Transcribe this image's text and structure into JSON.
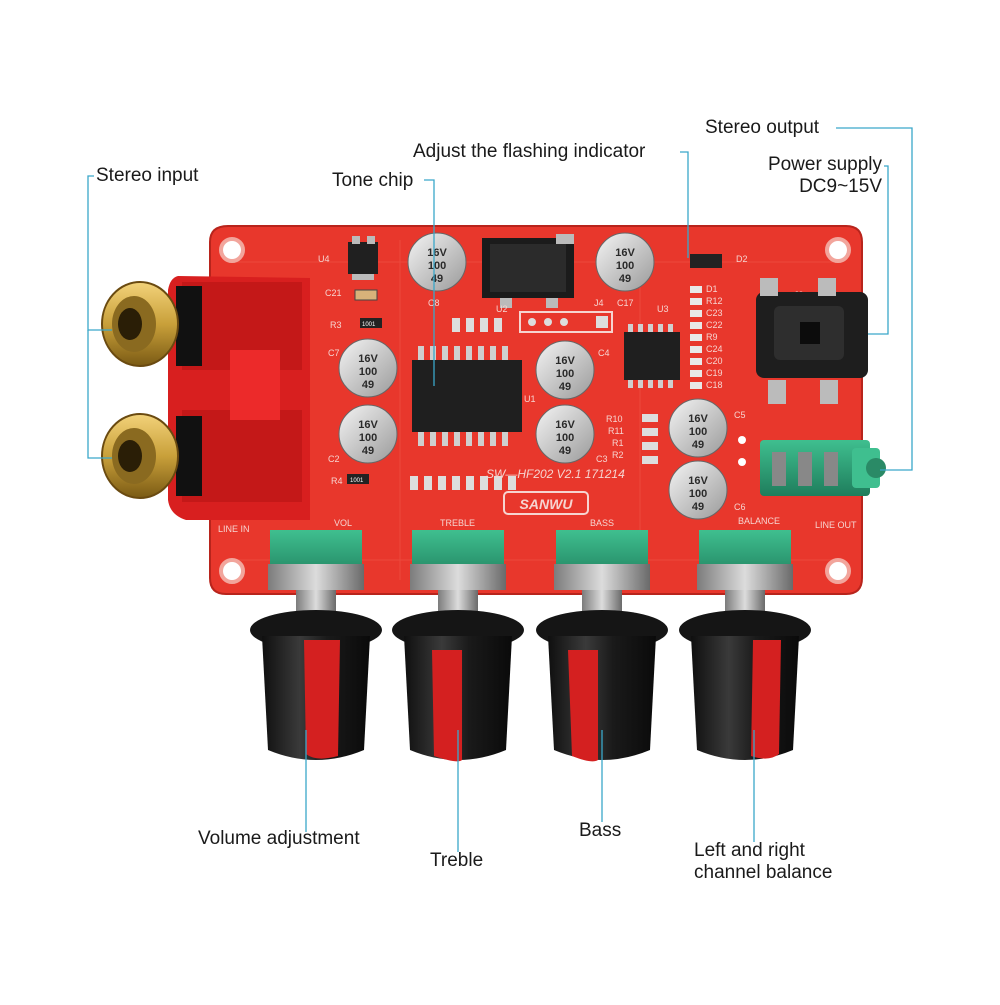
{
  "labels": {
    "stereo_input": "Stereo input",
    "tone_chip": "Tone chip",
    "adjust_indicator": "Adjust the flashing indicator",
    "stereo_output": "Stereo output",
    "power_supply_line1": "Power supply",
    "power_supply_line2": "DC9~15V",
    "volume_adjustment": "Volume adjustment",
    "treble": "Treble",
    "bass": "Bass",
    "balance_line1": "Left and right",
    "balance_line2": "channel balance"
  },
  "board": {
    "model": "SW—HF202  V2.1  171214",
    "brand": "SANWU",
    "pot_labels": [
      "VOL",
      "TREBLE",
      "BASS",
      "BALANCE"
    ],
    "line_in": "LINE IN",
    "line_out": "LINE OUT",
    "capacitor_text": [
      "16V",
      "100",
      "49"
    ],
    "component_refs": [
      "U4",
      "C21",
      "R3",
      "C8",
      "U2",
      "J4",
      "C17",
      "U3",
      "D2",
      "J3",
      "U1",
      "C4",
      "C5",
      "C6",
      "C3",
      "R4",
      "R10",
      "R11",
      "R1",
      "R2",
      "C2",
      "C7",
      "D1",
      "R12",
      "C23",
      "C22",
      "R9",
      "C24",
      "C20",
      "C19",
      "C18"
    ],
    "resistor_codes": [
      "1001",
      "1001"
    ]
  },
  "colors": {
    "board_red": "#e8372c",
    "knob_black": "#1c1c1c",
    "knob_red": "#d42020",
    "pot_green": "#2aa37a",
    "callout_line": "#3aa7c9",
    "rca_gold": "#c9a03a"
  }
}
